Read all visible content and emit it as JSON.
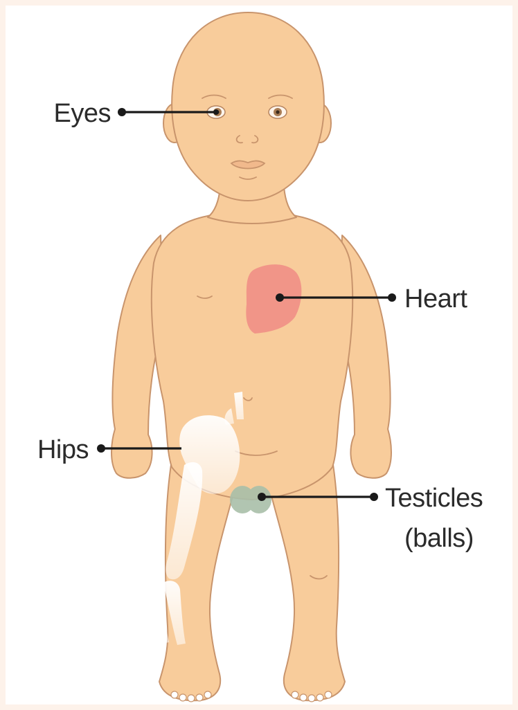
{
  "colors": {
    "background": "#fdf2ea",
    "skin": "#f8cc9b",
    "skin_outline": "#c8946c",
    "heart": "#ef8f86",
    "bone": "#ffffff",
    "testicles": "#a9bfa9",
    "eye_iris": "#a97d55",
    "leader_line": "#1a1a1a"
  },
  "labels": {
    "eyes": "Eyes",
    "heart": "Heart",
    "hips": "Hips",
    "testicles_line1": "Testicles",
    "testicles_line2": "(balls)"
  },
  "icons": {
    "figure": "baby-body-illustration"
  }
}
